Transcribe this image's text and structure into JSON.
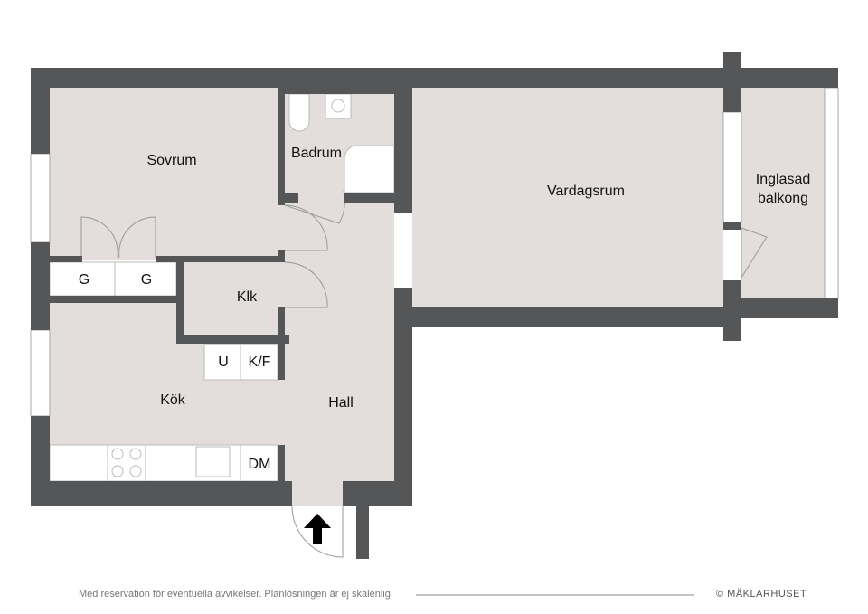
{
  "rooms": {
    "sovrum": "Sovrum",
    "badrum": "Badrum",
    "vardagsrum": "Vardagsrum",
    "balkong_line1": "Inglasad",
    "balkong_line2": "balkong",
    "klk": "Klk",
    "kok": "Kök",
    "hall": "Hall"
  },
  "fixtures": {
    "garderob1": "G",
    "garderob2": "G",
    "u": "U",
    "kf": "K/F",
    "dm": "DM"
  },
  "footer": {
    "disclaimer": "Med reservation för eventuella avvikelser. Planlösningen är ej skalenlig.",
    "brand": "© MÄKLARHUSET"
  },
  "colors": {
    "wall": "#545658",
    "floor": "#e3dedb",
    "fixture": "#ffffff"
  }
}
